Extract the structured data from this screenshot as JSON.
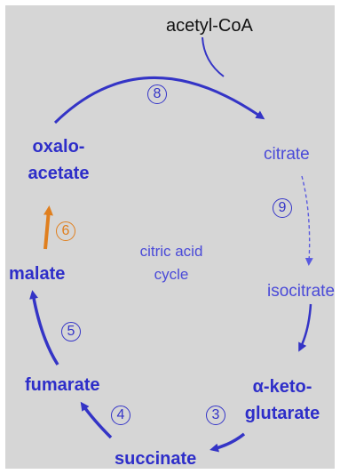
{
  "colors": {
    "background": "#d6d6d6",
    "frame": "#ffffff",
    "arrow": "#3434c6",
    "arrow_light": "#5a5ae0",
    "highlight": "#e07f1e",
    "text_dark": "#2e2ec9",
    "text_light": "#4a4ad8",
    "header_text": "#111111"
  },
  "header": {
    "input_label": "acetyl-CoA"
  },
  "center": {
    "line1": "citric acid",
    "line2": "cycle"
  },
  "metabolites": {
    "oxaloacetate": {
      "line1": "oxalo-",
      "line2": "acetate"
    },
    "citrate": "citrate",
    "isocitrate": "isocitrate",
    "alpha_ketoglutarate": {
      "line1": "α-keto-",
      "line2": "glutarate"
    },
    "succinate": "succinate",
    "fumarate": "fumarate",
    "malate": "malate"
  },
  "steps": {
    "oxaloacetate_to_citrate": "8",
    "citrate_to_isocitrate": "9",
    "ketoglutarate_to_succinate": "3",
    "succinate_to_fumarate": "4",
    "fumarate_to_malate": "5",
    "malate_to_oxaloacetate": "6"
  },
  "highlighted_step": "malate_to_oxaloacetate"
}
